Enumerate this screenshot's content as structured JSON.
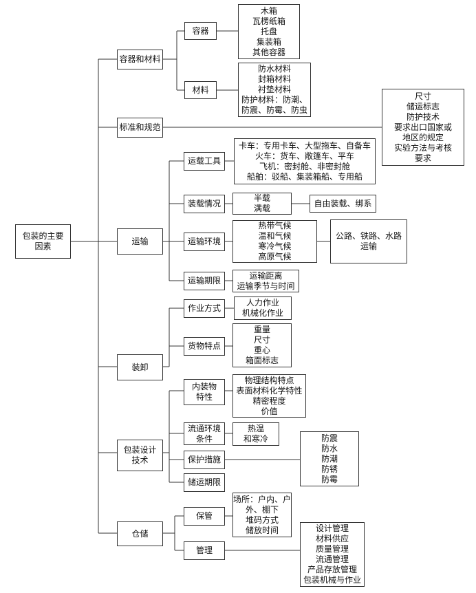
{
  "root": "包装的主要\n因素",
  "l1": {
    "containers": "容器和材料",
    "standards": "标准和规范",
    "transport": "运输",
    "handling": "装卸",
    "design": "包装设计\n技术",
    "storage": "仓储"
  },
  "l2": {
    "container": "容器",
    "material": "材料",
    "vehicle": "运载工具",
    "loading": "装载情况",
    "environment": "运输环境",
    "period": "运输期限",
    "method": "作业方式",
    "goods": "货物特点",
    "inner": "内装物\n特性",
    "circulation": "流通环境\n条件",
    "protection": "保护措施",
    "storage_period": "储运期限",
    "custody": "保管",
    "management": "管理"
  },
  "l3": {
    "container_items": "木箱\n瓦楞纸箱\n托盘\n集装箱\n其他容器",
    "material_items": "防水材料\n封箱材料\n衬垫材料\n防护材料：防潮、\n防震、防霉、防虫",
    "standard_items": "尺寸\n储运标志\n防护技术\n要求出口国家或\n地区的规定\n实验方法与考核\n要求",
    "vehicle_items": "卡车：专用卡车、大型拖车、自备车\n火车：货车、敞篷车、平车\n飞机：密封舱、非密封舱\n船舶：驳船、集装箱船、专用船",
    "loading_items": "半载\n满载",
    "loading_sub": "自由装载、绑系",
    "env_items": "热带气候\n温和气候\n寒冷气候\n高原气候",
    "env_sub": "公路、铁路、水路\n运输",
    "period_items": "运输距离\n运输季节与时间",
    "method_items": "人力作业\n机械化作业",
    "goods_items": "重量\n尺寸\n重心\n箱面标志",
    "inner_items": "物理结构特点\n表面材料化学特性\n精密程度\n价值",
    "circulation_items": "热温\n和寒冷",
    "protection_items": "防震\n防水\n防潮\n防锈\n防霉",
    "custody_items": "场所：户内、户\n外、棚下\n堆码方式\n储放时间",
    "management_items": "设计管理\n材料供应\n质量管理\n流通管理\n产品存放管理\n包装机械与作业"
  }
}
